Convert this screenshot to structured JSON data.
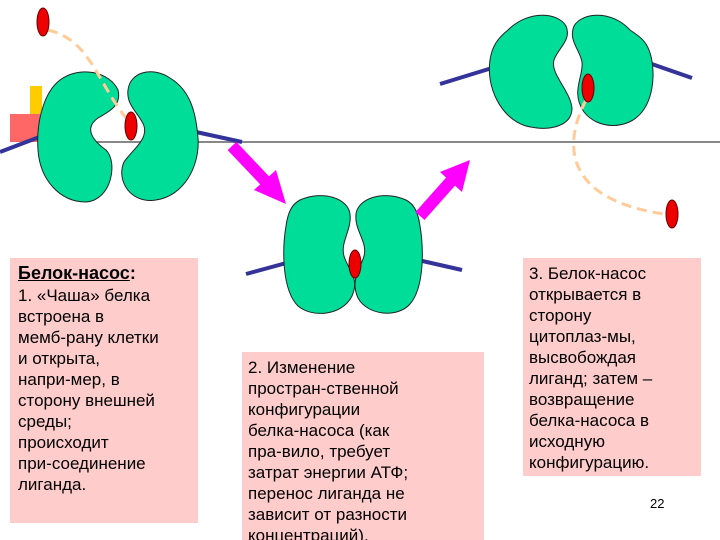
{
  "box1": {
    "title": "Белок-насос",
    "title_suffix": ":",
    "text": "1. «Чаша» белка\nвстроена в\nмемб-рану клетки\nи открыта,\nнапри-мер, в\nсторону внешней\nсреды;\nпроисходит\nпри-соединение\nлиганда."
  },
  "box2": {
    "text": "2. Изменение\nпростран-ственной\nконфигурации\nбелка-насоса (как\nпра-вило, требует\nзатрат энергии АТФ;\nперенос лиганда не\nзависит от разности\nконцентраций)."
  },
  "box3": {
    "text": "3. Белок-насос\nоткрывается в\nсторону\nцитоплаз-мы,\nвысвобождая\nлиганд; затем –\nвозвращение\nбелка-насоса в\nисходную\nконфигурацию."
  },
  "page_number": "22",
  "colors": {
    "protein": "#00dd99",
    "ligand": "#ee0000",
    "arrow": "#ff00ff",
    "membrane": "#333399",
    "dashed_path": "#ffcc99",
    "box_background": "#ffcccc",
    "accent_yellow": "#ffcc00",
    "accent_red": "#ff6666"
  }
}
